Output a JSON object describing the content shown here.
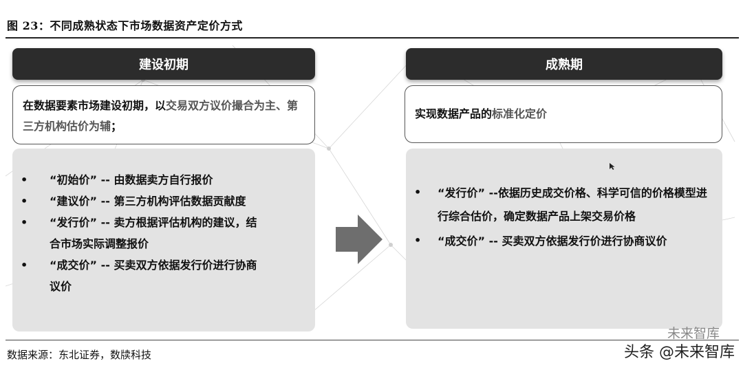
{
  "figure_title": "图 23：不同成熟状态下市场数据资产定价方式",
  "left": {
    "header": "建设初期",
    "desc_pre": "在数据要素市场建设初期，以",
    "desc_hl": "交易双方议价撮合为主、第三方机构估价为辅",
    "desc_post": "；",
    "items": [
      {
        "bullet": "•",
        "text": "“初始价” -- 由数据卖方自行报价"
      },
      {
        "bullet": "•",
        "text": "“建议价” -- 第三方机构评估数据贡献度"
      },
      {
        "bullet": "•",
        "text": "“发行价” -- 卖方根据评估机构的建议，结"
      },
      {
        "bullet": "",
        "text": "合市场实际调整报价"
      },
      {
        "bullet": "•",
        "text": "“成交价” -- 买卖双方依据发行价进行协商"
      },
      {
        "bullet": "",
        "text": "议价"
      }
    ]
  },
  "right": {
    "header": "成熟期",
    "desc_pre": "实现数据产品的",
    "desc_hl": "标准化定价",
    "items": [
      {
        "bullet": "•",
        "text": "“发行价” --依据历史成交价格、科学可信的价格模型进行综合估价，确定数据产品上架交易价格"
      },
      {
        "bullet": "•",
        "text": "“成交价” -- 买卖双方依据发行价进行协商议价"
      }
    ]
  },
  "source": "数据来源：东北证券，数牍科技",
  "watermarks": {
    "top": "未来智库",
    "bottom": "头条 @未来智库"
  },
  "colors": {
    "header_bg": "#2c2c2c",
    "panel_bg": "#e3e3e3",
    "arrow": "#6e6e6e",
    "highlight": "#555555"
  }
}
